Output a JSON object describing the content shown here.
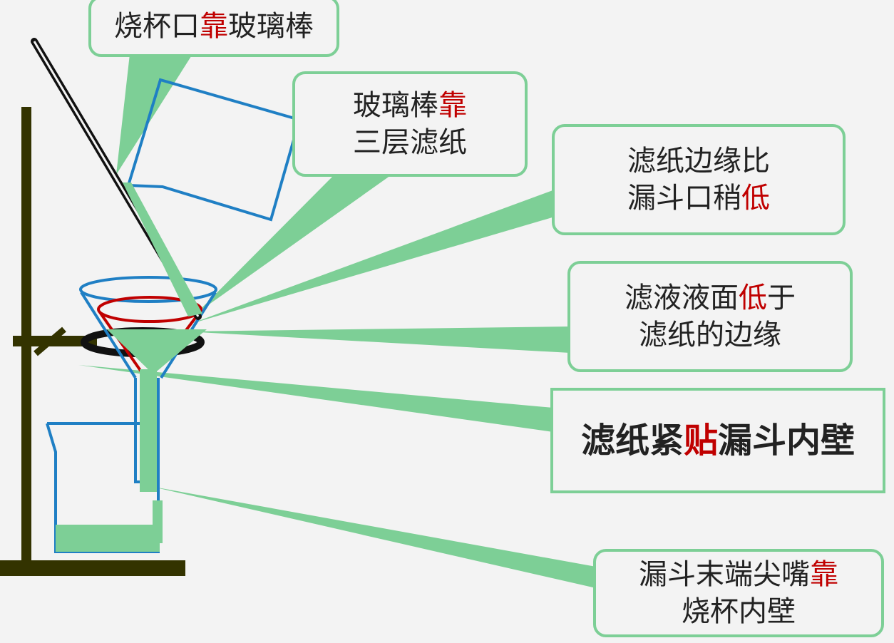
{
  "colors": {
    "background": "#f3f3f3",
    "callout_border": "#7dcf96",
    "liquid_green": "#7dcf96",
    "glass_blue": "#1f7fc4",
    "filter_paper_red": "#c00000",
    "stand_dark": "#333300",
    "text_dark": "#222222",
    "emphasis_red": "#c00000"
  },
  "callouts": {
    "beaker_spout_to_rod": {
      "lines": [
        {
          "before": "烧杯口",
          "highlight": "靠",
          "after": "玻璃棒"
        }
      ]
    },
    "rod_to_paper": {
      "lines": [
        {
          "before": "玻璃棒",
          "highlight": "靠",
          "after": ""
        },
        {
          "before": "三层滤纸",
          "highlight": "",
          "after": ""
        }
      ]
    },
    "paper_edge": {
      "lines": [
        {
          "before": "滤纸边缘比",
          "highlight": "",
          "after": ""
        },
        {
          "before": "漏斗口稍",
          "highlight": "低",
          "after": ""
        }
      ]
    },
    "liquid_level": {
      "lines": [
        {
          "before": "滤液液面",
          "highlight": "低",
          "after": "于"
        },
        {
          "before": "滤纸的边缘",
          "highlight": "",
          "after": ""
        }
      ]
    },
    "paper_fit": {
      "lines": [
        {
          "before": "滤纸紧",
          "highlight": "贴",
          "after": "漏斗内壁"
        }
      ]
    },
    "funnel_tip": {
      "lines": [
        {
          "before": "漏斗末端尖嘴",
          "highlight": "靠",
          "after": ""
        },
        {
          "before": "烧杯内壁",
          "highlight": "",
          "after": ""
        }
      ]
    }
  }
}
